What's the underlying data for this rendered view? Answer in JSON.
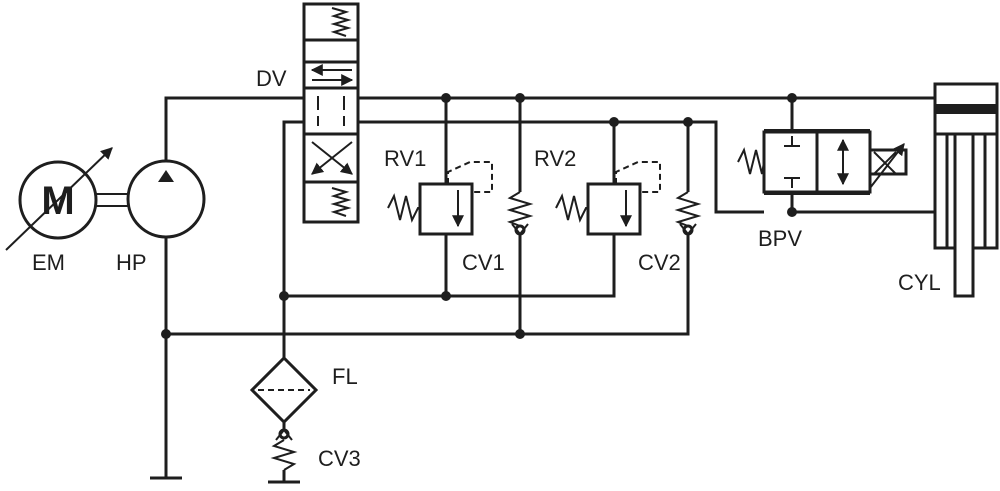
{
  "diagram": {
    "labels": {
      "dv": "DV",
      "em": "EM",
      "hp": "HP",
      "rv1": "RV1",
      "rv2": "RV2",
      "cv1": "CV1",
      "cv2": "CV2",
      "bpv": "BPV",
      "cyl": "CYL",
      "fl": "FL",
      "cv3": "CV3",
      "motor_letter": "M"
    },
    "icons": [
      "electric-motor-icon",
      "hydraulic-pump-icon",
      "directional-valve-icon",
      "relief-valve-icon",
      "check-valve-icon",
      "proportional-valve-icon",
      "cylinder-icon",
      "filter-icon",
      "tank-icon"
    ],
    "colors": {
      "stroke": "#1e1e1e",
      "background": "#ffffff"
    }
  }
}
